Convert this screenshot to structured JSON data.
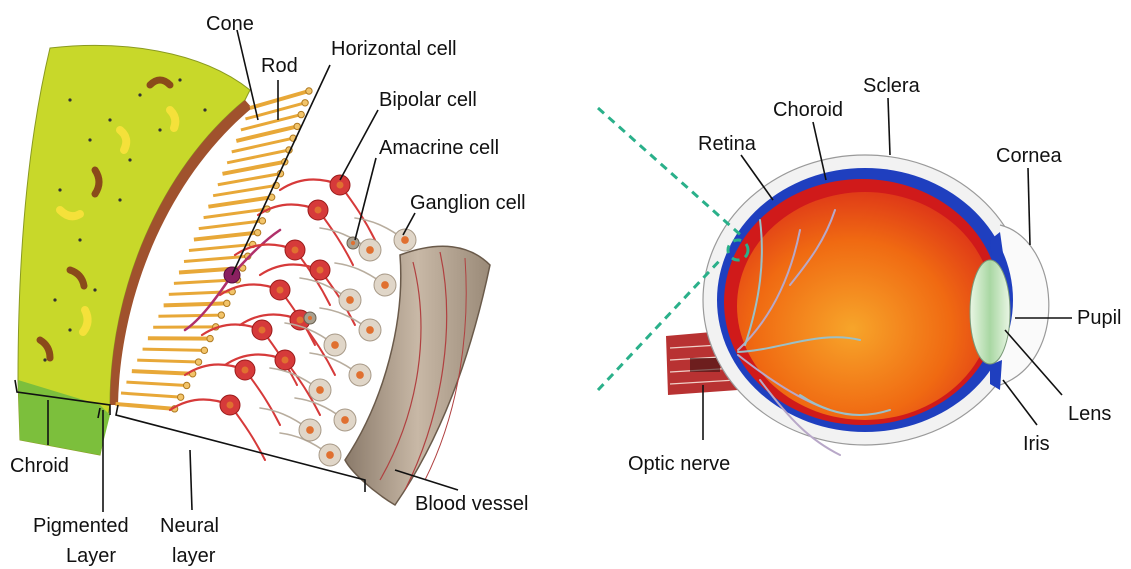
{
  "retina_panel": {
    "labels": {
      "cone": "Cone",
      "rod": "Rod",
      "horizontal_cell": "Horizontal cell",
      "bipolar_cell": "Bipolar cell",
      "amacrine_cell": "Amacrine cell",
      "ganglion_cell": "Ganglion cell",
      "chroid": "Chroid",
      "pigmented_layer_line1": "Pigmented",
      "pigmented_layer_line2": "Layer",
      "neural_layer_line1": "Neural",
      "neural_layer_line2": "layer",
      "blood_vessel": "Blood vessel"
    },
    "colors": {
      "choroid_layer": "#c8d82a",
      "choroid_lower": "#7cbf3c",
      "pigment_band": "#a0522d",
      "photoreceptor": "#e8a838",
      "bipolar": "#d63a3a",
      "horizontal": "#b0306a",
      "ganglion": "#e0d6c8",
      "vessel": "#a89888"
    }
  },
  "eye_panel": {
    "labels": {
      "sclera": "Sclera",
      "choroid": "Choroid",
      "retina": "Retina",
      "cornea": "Cornea",
      "pupil": "Pupil",
      "lens": "Lens",
      "iris": "Iris",
      "optic_nerve": "Optic nerve"
    },
    "colors": {
      "sclera": "#f2f2f2",
      "choroid": "#1f3fbf",
      "retina_outer": "#d01a1a",
      "vitreous": "#f05a0a",
      "lens": "#c8e6c0",
      "nerve": "#b83232",
      "indicator": "#2ab08a"
    }
  }
}
